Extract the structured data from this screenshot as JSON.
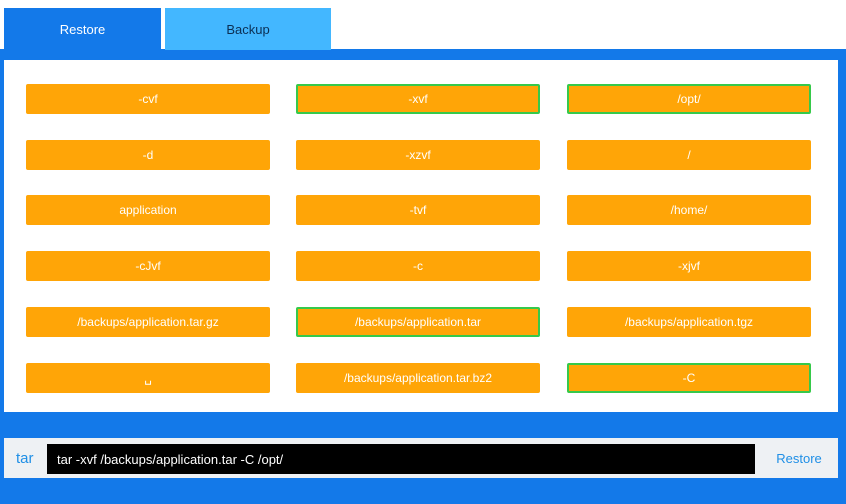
{
  "tabs": {
    "restore": "Restore",
    "backup": "Backup"
  },
  "options": [
    {
      "label": "-cvf",
      "selected": false
    },
    {
      "label": "-xvf",
      "selected": true
    },
    {
      "label": "/opt/",
      "selected": true
    },
    {
      "label": "-d",
      "selected": false
    },
    {
      "label": "-xzvf",
      "selected": false
    },
    {
      "label": "/",
      "selected": false
    },
    {
      "label": "application",
      "selected": false
    },
    {
      "label": "-tvf",
      "selected": false
    },
    {
      "label": "/home/",
      "selected": false
    },
    {
      "label": "-cJvf",
      "selected": false
    },
    {
      "label": "-c",
      "selected": false
    },
    {
      "label": "-xjvf",
      "selected": false
    },
    {
      "label": "/backups/application.tar.gz",
      "selected": false
    },
    {
      "label": "/backups/application.tar",
      "selected": true
    },
    {
      "label": "/backups/application.tgz",
      "selected": false
    },
    {
      "label": "␣",
      "selected": false
    },
    {
      "label": "/backups/application.tar.bz2",
      "selected": false
    },
    {
      "label": "-C",
      "selected": true
    }
  ],
  "command": {
    "prefix": "tar",
    "value": "tar -xvf /backups/application.tar -C /opt/",
    "submit_label": "Restore"
  },
  "colors": {
    "frame": "#1379e9",
    "option": "#ffa507",
    "selected_border": "#36c94a",
    "backup_tab": "#43b7ff"
  }
}
